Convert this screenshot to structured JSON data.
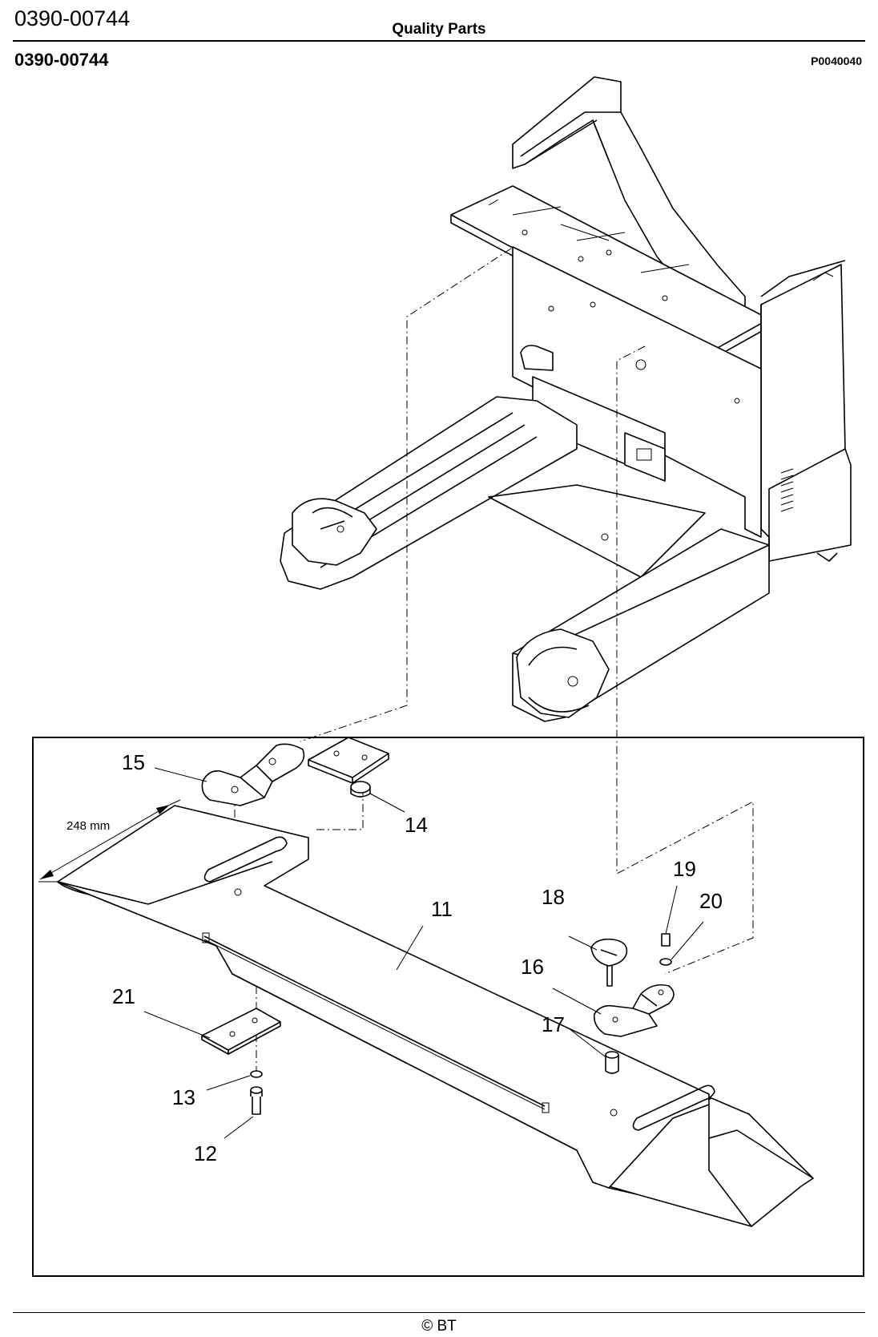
{
  "header": {
    "doc_code": "0390-00744",
    "title": "Quality Parts",
    "section_code": "0390-00744",
    "plate_id": "P0040040"
  },
  "diagram": {
    "dimension_label": "248 mm",
    "callouts": [
      "11",
      "12",
      "13",
      "14",
      "15",
      "16",
      "17",
      "18",
      "19",
      "20",
      "21"
    ]
  },
  "footer": {
    "copyright": "© BT"
  }
}
